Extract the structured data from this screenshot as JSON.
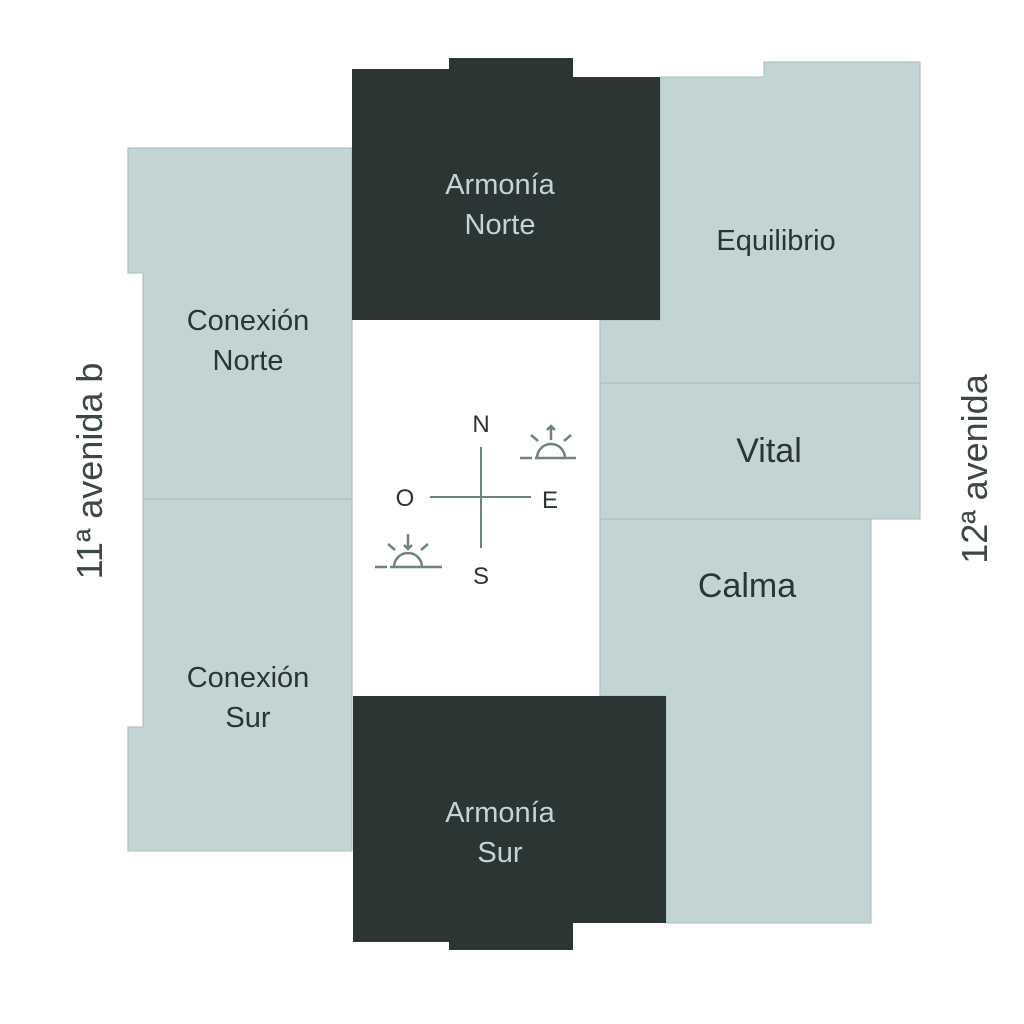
{
  "colors": {
    "light": "#c2d5d4",
    "dark": "#2b3533",
    "line": "#6f8381"
  },
  "streets": {
    "west": "11ª avenida b",
    "east": "12ª avenida"
  },
  "units": {
    "armonia_norte": {
      "line1": "Armonía",
      "line2": "Norte"
    },
    "equilibrio": {
      "line1": "Equilibrio"
    },
    "conexion_norte": {
      "line1": "Conexión",
      "line2": "Norte"
    },
    "vital": {
      "line1": "Vital"
    },
    "calma": {
      "line1": "Calma"
    },
    "conexion_sur": {
      "line1": "Conexión",
      "line2": "Sur"
    },
    "armonia_sur": {
      "line1": "Armonía",
      "line2": "Sur"
    }
  },
  "compass": {
    "n": "N",
    "s": "S",
    "e": "E",
    "w": "O",
    "icons": [
      "sunrise-icon",
      "sunset-icon"
    ]
  }
}
